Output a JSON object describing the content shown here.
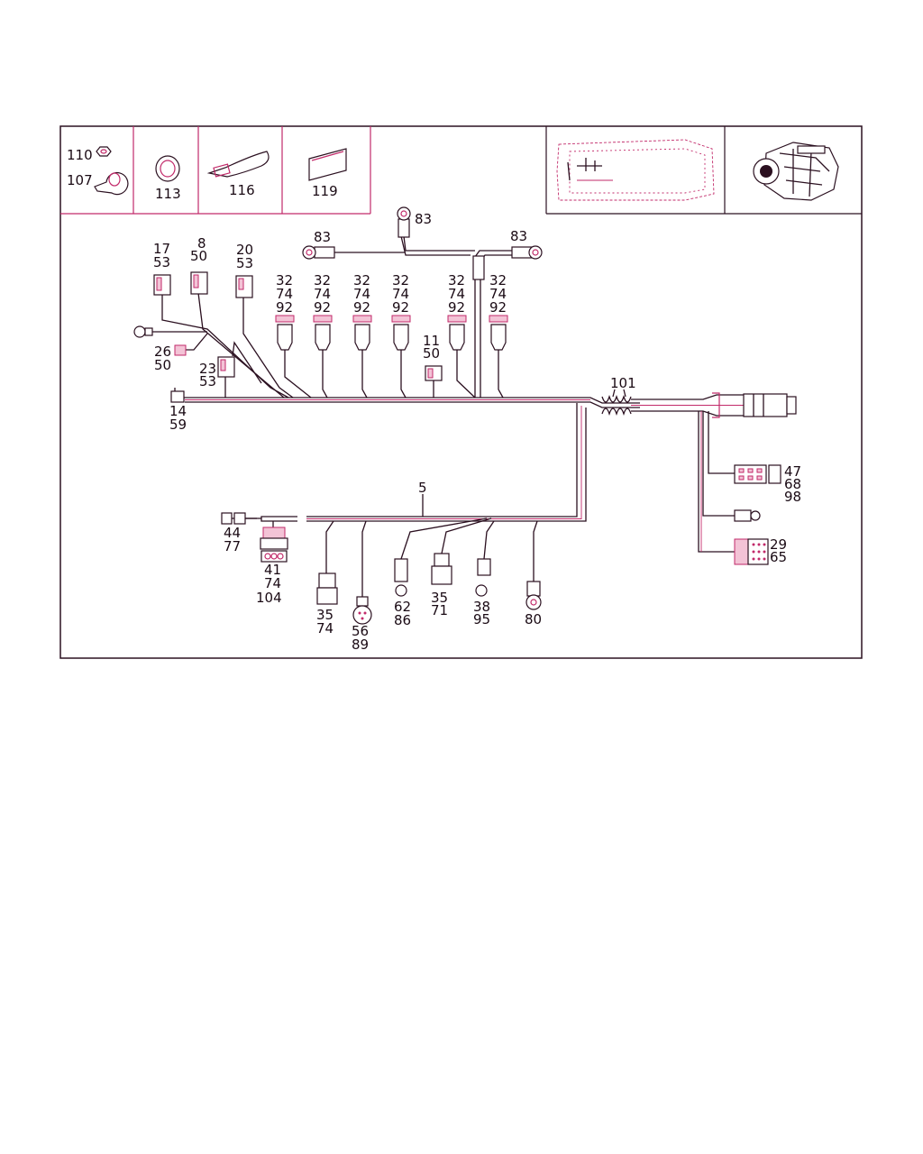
{
  "colors": {
    "accent": "#c22a6a",
    "line": "#2b1020",
    "background": "#ffffff"
  },
  "header_parts": {
    "nut": "110",
    "clamp": "107",
    "grommet": "113",
    "cable_tie": "116",
    "pad": "119"
  },
  "callouts": {
    "c83a": "83",
    "c83b": "83",
    "c83c": "83",
    "c17": [
      "17",
      "53"
    ],
    "c8": [
      "8",
      "50"
    ],
    "c20": [
      "20",
      "53"
    ],
    "c26": [
      "26",
      "50"
    ],
    "c23": [
      "23",
      "53"
    ],
    "c14": [
      "14",
      "59"
    ],
    "c11": [
      "11",
      "50"
    ],
    "c32_1": [
      "32",
      "74",
      "92"
    ],
    "c32_2": [
      "32",
      "74",
      "92"
    ],
    "c32_3": [
      "32",
      "74",
      "92"
    ],
    "c32_4": [
      "32",
      "74",
      "92"
    ],
    "c32_5": [
      "32",
      "74",
      "92"
    ],
    "c32_6": [
      "32",
      "74",
      "92"
    ],
    "c101": "101",
    "c5": "5",
    "c47": [
      "47",
      "68",
      "98"
    ],
    "c29": [
      "29",
      "65"
    ],
    "c44": [
      "44",
      "77"
    ],
    "c41": [
      "41",
      "74",
      "104"
    ],
    "c35a": [
      "35",
      "74"
    ],
    "c56": [
      "56",
      "89"
    ],
    "c62": [
      "62",
      "86"
    ],
    "c35b": [
      "35",
      "71"
    ],
    "c38": [
      "38",
      "95"
    ],
    "c80": "80"
  }
}
